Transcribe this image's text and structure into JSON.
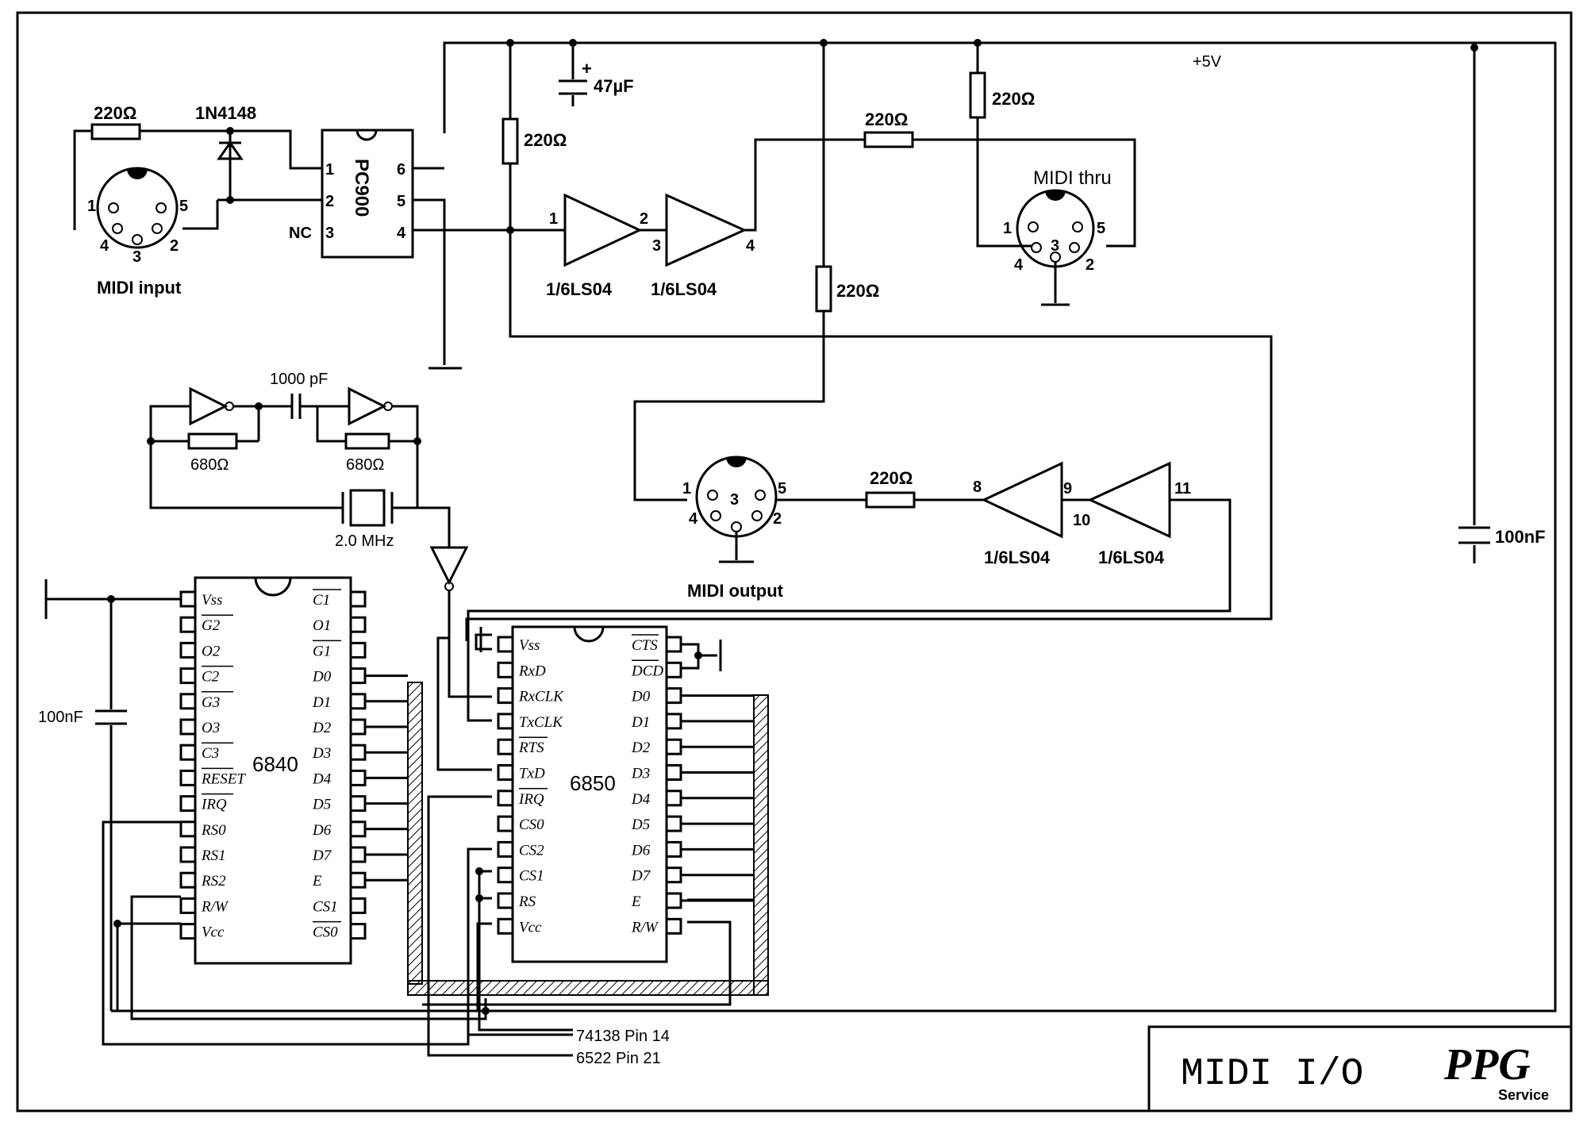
{
  "title_block": {
    "title": "MIDI   I/O",
    "logo_text": "PPG",
    "logo_sub": "Service"
  },
  "supply": {
    "label": "+5V"
  },
  "midi_input": {
    "label": "MIDI input",
    "resistor": "220Ω",
    "diode": "1N4148",
    "pins": [
      "1",
      "5",
      "4",
      "3",
      "2"
    ]
  },
  "optocoupler": {
    "name": "PC900",
    "nc": "NC",
    "pins_left": [
      "1",
      "2",
      "3"
    ],
    "pins_right": [
      "6",
      "5",
      "4"
    ]
  },
  "pullup": {
    "value": "220Ω"
  },
  "cap_47": {
    "value": "47µF",
    "plus": "+"
  },
  "inv_a": {
    "label": "1/6LS04",
    "pin_in": "1",
    "pin_out": "2"
  },
  "inv_b": {
    "label": "1/6LS04",
    "pin_in": "3",
    "pin_out": "4"
  },
  "thru_series": {
    "value": "220Ω"
  },
  "thru_pullup": {
    "value": "220Ω"
  },
  "midi_thru": {
    "label": "MIDI thru",
    "pins": [
      "1",
      "5",
      "4",
      "3",
      "2"
    ]
  },
  "out_pullup": {
    "value": "220Ω"
  },
  "midi_output": {
    "label": "MIDI output",
    "pins": [
      "1",
      "5",
      "4",
      "3",
      "2"
    ],
    "resistor": "220Ω"
  },
  "inv_c": {
    "label": "1/6LS04",
    "pin_in": "9",
    "pin_out": "8"
  },
  "inv_d": {
    "label": "1/6LS04",
    "pin_in": "11",
    "pin_out": "10"
  },
  "oscillator": {
    "cap": "1000 pF",
    "r1": "680Ω",
    "r2": "680Ω",
    "crystal": "2.0 MHz"
  },
  "cap_100_right": {
    "value": "100nF"
  },
  "cap_100_left": {
    "value": "100nF"
  },
  "ic6840": {
    "name": "6840",
    "left": [
      "Vss",
      "G2",
      "O2",
      "C2",
      "G3",
      "O3",
      "C3",
      "RESET",
      "IRQ",
      "RS0",
      "RS1",
      "RS2",
      "R/W",
      "Vcc"
    ],
    "right": [
      "C1",
      "O1",
      "G1",
      "D0",
      "D1",
      "D2",
      "D3",
      "D4",
      "D5",
      "D6",
      "D7",
      "E",
      "CS1",
      "CS0"
    ]
  },
  "ic6850": {
    "name": "6850",
    "left": [
      "Vss",
      "RxD",
      "RxCLK",
      "TxCLK",
      "RTS",
      "TxD",
      "IRQ",
      "CS0",
      "CS2",
      "CS1",
      "RS",
      "Vcc"
    ],
    "right": [
      "CTS",
      "DCD",
      "D0",
      "D1",
      "D2",
      "D3",
      "D4",
      "D5",
      "D6",
      "D7",
      "E",
      "R/W"
    ]
  },
  "refs": {
    "ref1": "74138 Pin 14",
    "ref2": "6522 Pin 21"
  }
}
